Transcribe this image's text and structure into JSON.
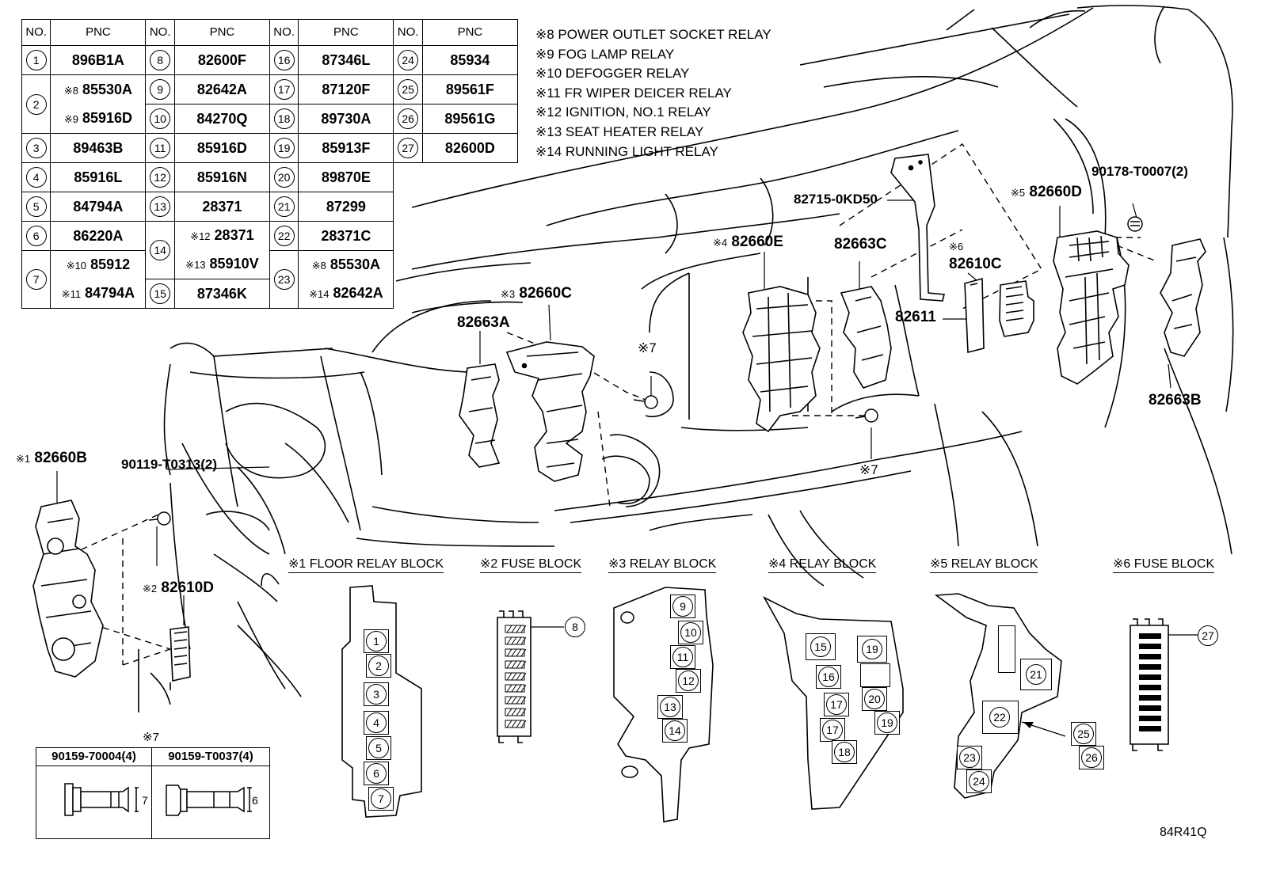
{
  "pnc_table": {
    "headers": [
      "NO.",
      "PNC",
      "NO.",
      "PNC",
      "NO.",
      "PNC",
      "NO.",
      "PNC"
    ],
    "col1": [
      {
        "no": "1",
        "pnc": "896B1A"
      },
      {
        "no": "2",
        "lines": [
          {
            "mark": "※8",
            "pnc": "85530A"
          },
          {
            "mark": "※9",
            "pnc": "85916D"
          }
        ]
      },
      {
        "no": "3",
        "pnc": "89463B"
      },
      {
        "no": "4",
        "pnc": "85916L"
      },
      {
        "no": "5",
        "pnc": "84794A"
      },
      {
        "no": "6",
        "pnc": "86220A"
      },
      {
        "no": "7",
        "lines": [
          {
            "mark": "※10",
            "pnc": "85912"
          },
          {
            "mark": "※11",
            "pnc": "84794A"
          }
        ]
      }
    ],
    "col2": [
      {
        "no": "8",
        "pnc": "82600F"
      },
      {
        "no": "9",
        "pnc": "82642A"
      },
      {
        "no": "10",
        "pnc": "84270Q"
      },
      {
        "no": "11",
        "pnc": "85916D"
      },
      {
        "no": "12",
        "pnc": "85916N"
      },
      {
        "no": "13",
        "pnc": "28371"
      },
      {
        "no": "14",
        "lines": [
          {
            "mark": "※12",
            "pnc": "28371"
          },
          {
            "mark": "※13",
            "pnc": "85910V"
          }
        ]
      },
      {
        "no": "15",
        "pnc": "87346K"
      }
    ],
    "col3": [
      {
        "no": "16",
        "pnc": "87346L"
      },
      {
        "no": "17",
        "pnc": "87120F"
      },
      {
        "no": "18",
        "pnc": "89730A"
      },
      {
        "no": "19",
        "pnc": "85913F"
      },
      {
        "no": "20",
        "pnc": "89870E"
      },
      {
        "no": "21",
        "pnc": "87299"
      },
      {
        "no": "22",
        "pnc": "28371C"
      },
      {
        "no": "23",
        "lines": [
          {
            "mark": "※8",
            "pnc": "85530A"
          },
          {
            "mark": "※14",
            "pnc": "82642A"
          }
        ]
      }
    ],
    "col4": [
      {
        "no": "24",
        "pnc": "85934"
      },
      {
        "no": "25",
        "pnc": "89561F"
      },
      {
        "no": "26",
        "pnc": "89561G"
      },
      {
        "no": "27",
        "pnc": "82600D"
      }
    ]
  },
  "relay_notes": [
    "※8 POWER OUTLET SOCKET RELAY",
    "※9 FOG LAMP RELAY",
    "※10 DEFOGGER RELAY",
    "※11 FR WIPER DEICER RELAY",
    "※12 IGNITION, NO.1 RELAY",
    "※13 SEAT HEATER RELAY",
    "※14 RUNNING LIGHT RELAY"
  ],
  "part_labels": {
    "p82715": "82715-0KD50",
    "p90178": "90178-T0007(2)",
    "p82660D_mark": "※5",
    "p82660D": "82660D",
    "p82660E_mark": "※4",
    "p82660E": "82660E",
    "p82663C": "82663C",
    "p82610C_mark": "※6",
    "p82610C": "82610C",
    "p82611": "82611",
    "p82660C_mark": "※3",
    "p82660C": "82660C",
    "p82663A": "82663A",
    "p82663B": "82663B",
    "mark7a": "※7",
    "mark7b": "※7",
    "p82660B_mark": "※1",
    "p82660B": "82660B",
    "p90119": "90119-T0313(2)",
    "p82610D_mark": "※2",
    "p82610D": "82610D"
  },
  "block_titles": [
    "※1 FLOOR RELAY BLOCK",
    "※2 FUSE BLOCK",
    "※3 RELAY BLOCK",
    "※4 RELAY BLOCK",
    "※5 RELAY BLOCK",
    "※6 FUSE BLOCK"
  ],
  "block_callouts": {
    "floor": [
      "1",
      "2",
      "3",
      "4",
      "5",
      "6",
      "7"
    ],
    "fuse2": [
      "8"
    ],
    "relay3": [
      "9",
      "10",
      "11",
      "12",
      "13",
      "14"
    ],
    "relay4": [
      "15",
      "16",
      "17",
      "18",
      "19",
      "19",
      "20"
    ],
    "relay5": [
      "21",
      "22",
      "23",
      "24",
      "25",
      "26"
    ],
    "fuse6": [
      "27"
    ]
  },
  "screws": {
    "mark": "※7",
    "items": [
      {
        "pnc": "90159-70004(4)",
        "dim": "7"
      },
      {
        "pnc": "90159-T0037(4)",
        "dim": "6"
      }
    ]
  },
  "diagram_code": "84R41Q"
}
